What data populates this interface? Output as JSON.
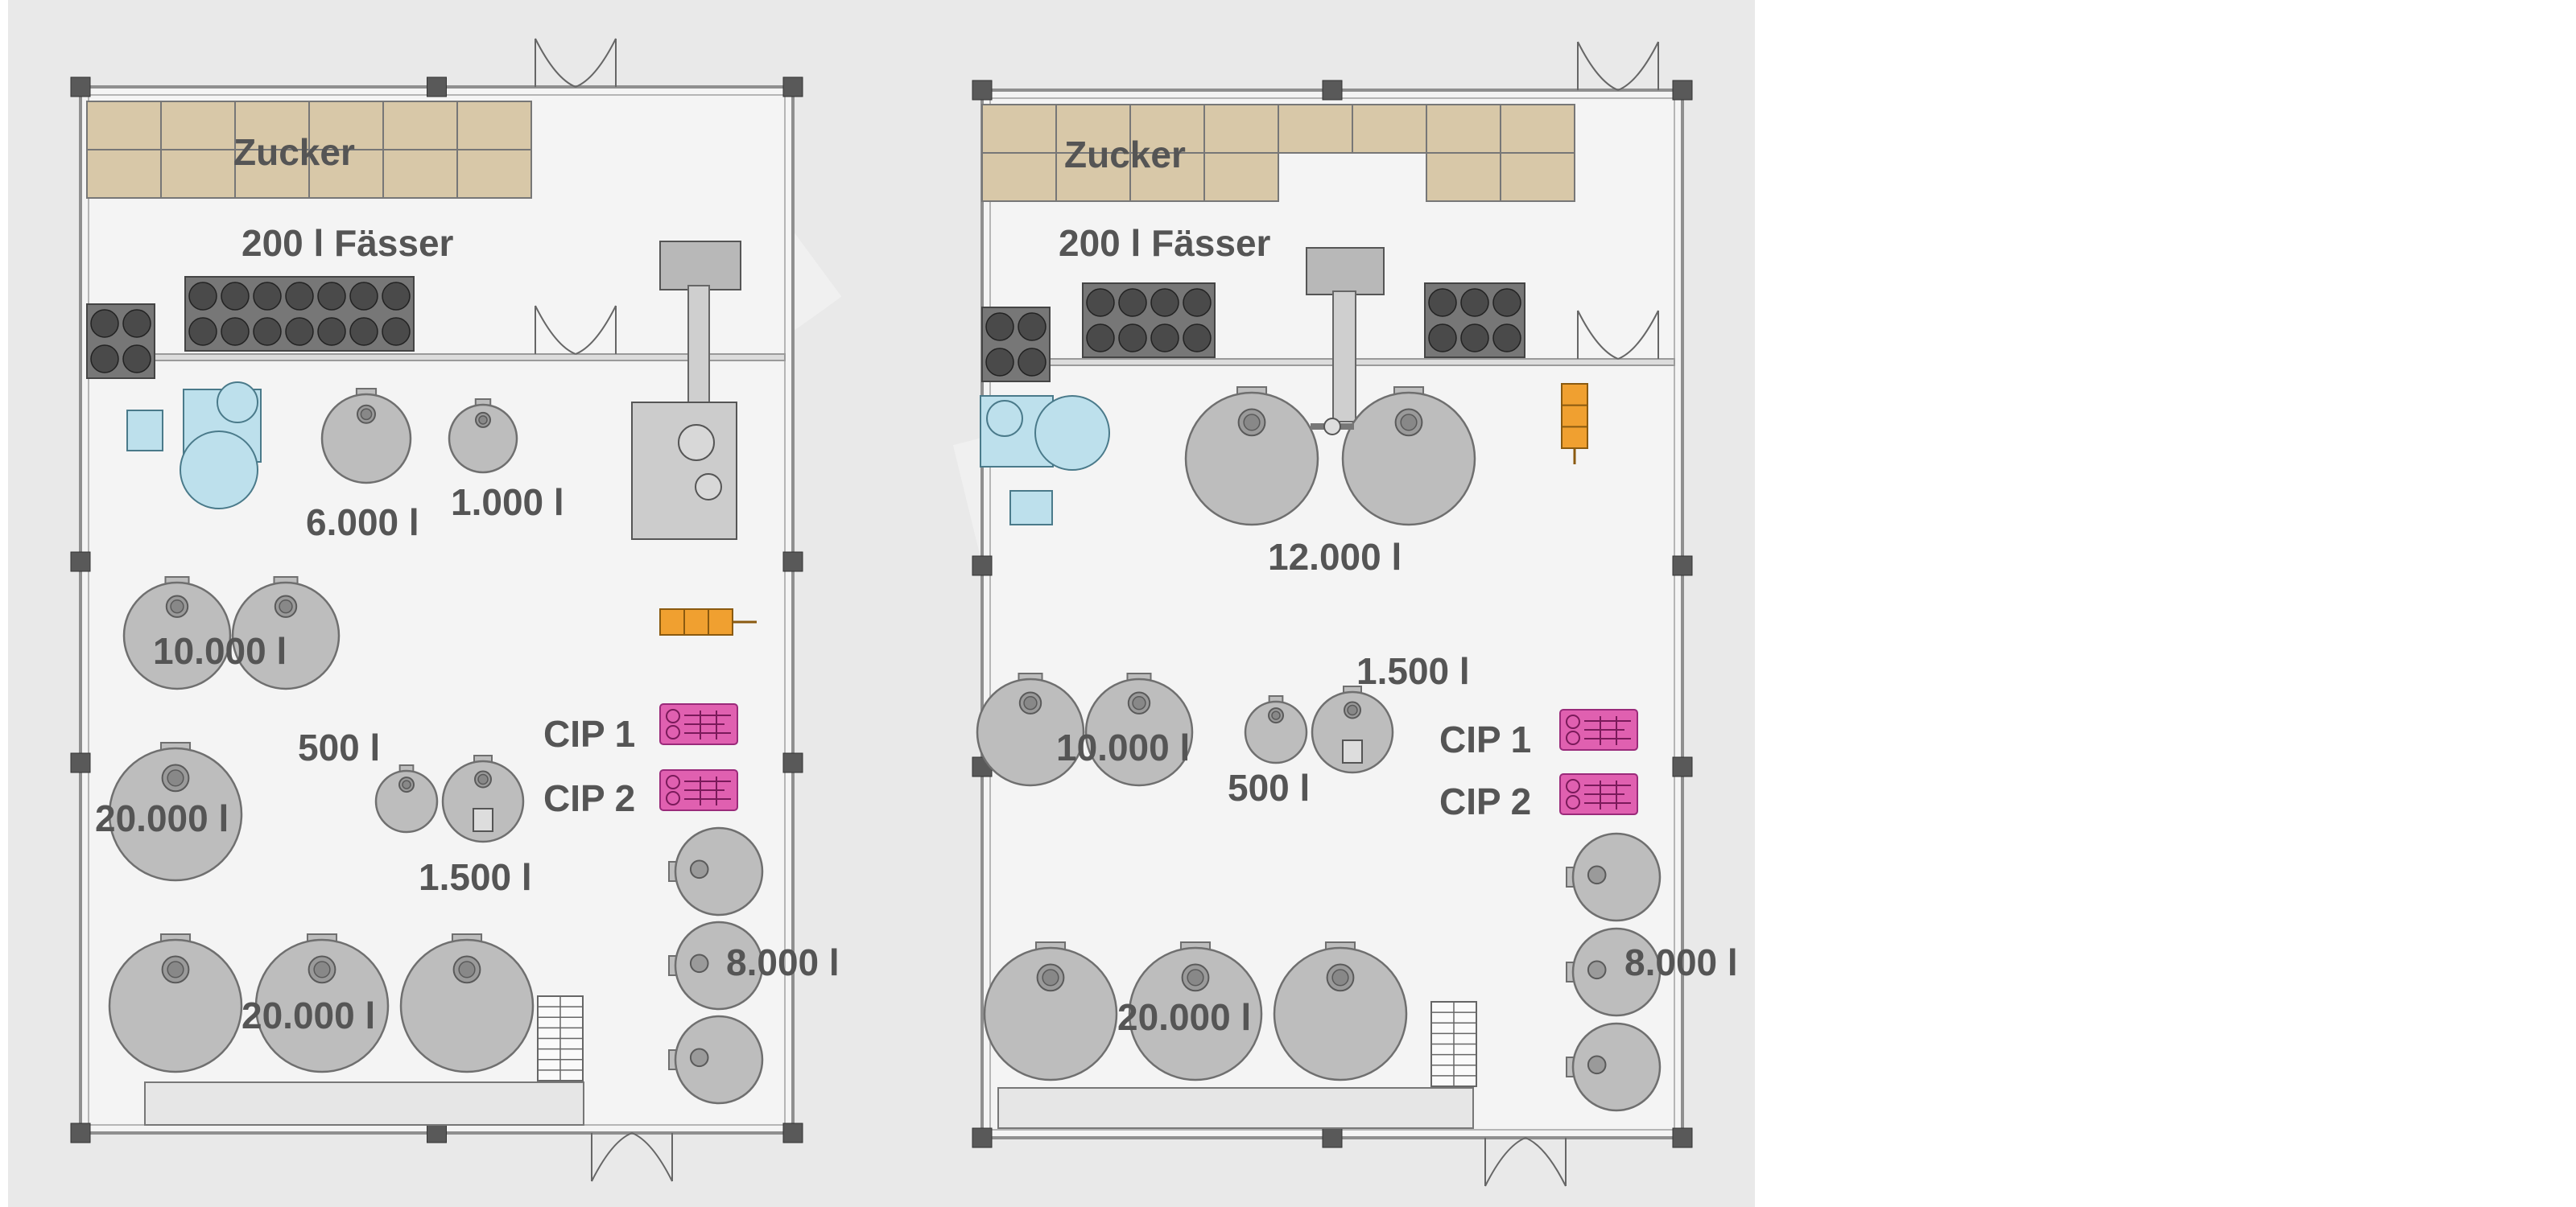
{
  "colors": {
    "background": "#e9e9e9",
    "floor": "#f4f4f4",
    "wall": "#8f8f8f",
    "column": "#595959",
    "tank_fill": "#bdbdbd",
    "tank_stroke": "#6f6f6f",
    "sugar_box": "#d8c8a8",
    "barrel": "#4a4a4a",
    "cip_unit": "#e060b0",
    "ladder": "#f0a030",
    "blue_equipment": "#bde0ec",
    "label_text": "#555555"
  },
  "plans": [
    {
      "name": "plan-a",
      "labels": {
        "sugar": "Zucker",
        "barrels": "200 l Fässer",
        "tank_6000": "6.000 l",
        "tank_1000": "1.000 l",
        "tank_10000": "10.000 l",
        "tank_500": "500 l",
        "tank_20000_single": "20.000 l",
        "tank_1500": "1.500 l",
        "tank_20000_row": "20.000 l",
        "tank_8000": "8.000 l",
        "cip_1": "CIP 1",
        "cip_2": "CIP 2"
      }
    },
    {
      "name": "plan-b",
      "labels": {
        "sugar": "Zucker",
        "barrels": "200 l Fässer",
        "tank_12000": "12.000 l",
        "tank_1500": "1.500 l",
        "tank_10000": "10.000 l",
        "tank_500": "500 l",
        "tank_20000_row": "20.000 l",
        "tank_8000": "8.000 l",
        "cip_1": "CIP 1",
        "cip_2": "CIP 2"
      }
    }
  ]
}
